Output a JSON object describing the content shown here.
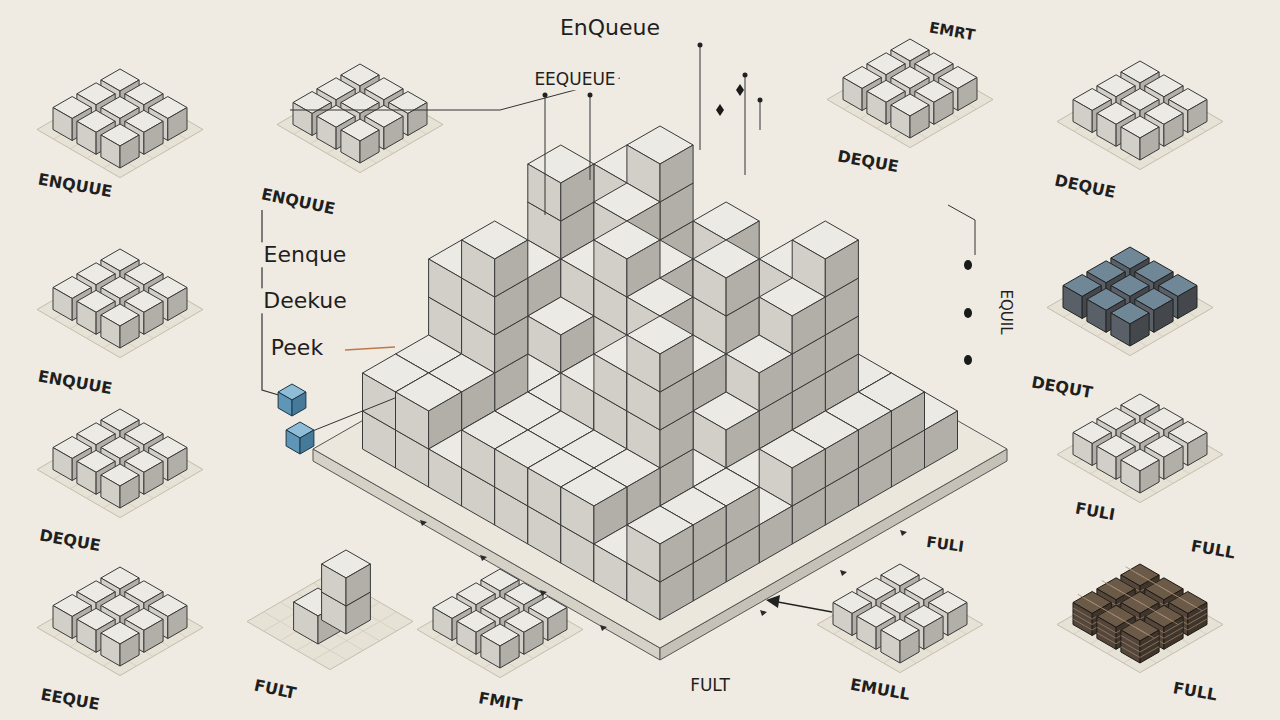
{
  "diagram": {
    "title": "EnQueue",
    "labels": [
      "EEQUEUE",
      "EMRT",
      "ENQUUE",
      "ENQUUE",
      "DEQUE",
      "DEQUE",
      "Eenque",
      "Deekue",
      "Peek",
      "EQUIL",
      "ENQUUE",
      "DEQUT",
      "DEQUE",
      "FULI",
      "FULI",
      "FULL",
      "FULT",
      "FMIT",
      "FULT",
      "EMULL",
      "EEQUE",
      "FULL"
    ]
  }
}
